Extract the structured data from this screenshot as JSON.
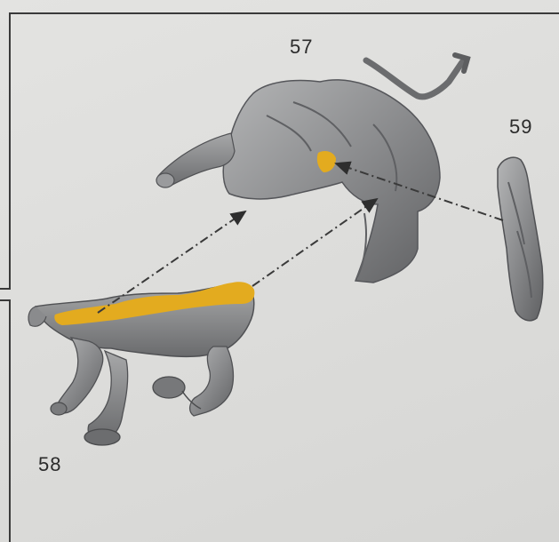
{
  "parts": {
    "part_57": "57",
    "part_58": "58",
    "part_59": "59"
  },
  "colors": {
    "metal": "#8e8f90",
    "metal_dark": "#5d5e60",
    "highlight": "#e0a81a",
    "guide_line": "#3c3c3c"
  },
  "icons": [
    "rider-torso-part",
    "horse-body-part",
    "leg-piece-part",
    "assembly-arrow"
  ]
}
